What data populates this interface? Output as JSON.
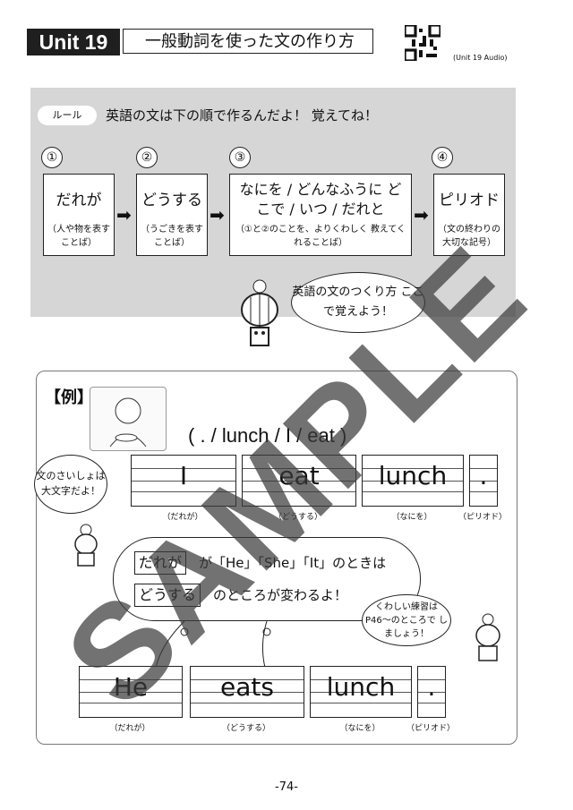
{
  "header": {
    "unit": "Unit 19",
    "title": "一般動詞を使った文の作り方",
    "audio": "(Unit 19 Audio)"
  },
  "rule": {
    "tag": "ルール",
    "text": "英語の文は下の順で作るんだよ！ 覚えてね！",
    "steps": [
      {
        "num": "①",
        "main": "だれが",
        "sub": "（人や物を表す ことば）"
      },
      {
        "num": "②",
        "main": "どうする",
        "sub": "（うごきを表す ことば）"
      },
      {
        "num": "③",
        "main": "なにを / どんなふうに どこで / いつ / だれと",
        "sub": "（①と②のことを、よりくわしく 教えてくれることば）"
      },
      {
        "num": "④",
        "main": "ピリオド",
        "sub": "（文の終わりの 大切な記号）"
      }
    ],
    "bubble": "英語の文のつくり方 ここで覚えよう！"
  },
  "example": {
    "label": "【例】",
    "scramble": "( . / lunch / I /  eat )",
    "note": "文のさいしょは 大文字だよ！",
    "row1": [
      {
        "word": "I",
        "cap": "（だれが）"
      },
      {
        "word": "eat",
        "cap": "（どうする）"
      },
      {
        "word": "lunch",
        "cap": "（なにを）"
      },
      {
        "word": ".",
        "cap": "（ピリオド）"
      }
    ],
    "explain": {
      "tag1": "だれが",
      "t1": "が「He」「She」「It」のときは",
      "tag2": "どうする",
      "t2": "のところが変わるよ！"
    },
    "hint": "くわしい練習は P46〜のところで しましょう！",
    "row2": [
      {
        "word": "He",
        "cap": "（だれが）"
      },
      {
        "word": "eats",
        "cap": "（どうする）"
      },
      {
        "word": "lunch",
        "cap": "（なにを）"
      },
      {
        "word": ".",
        "cap": "（ピリオド）"
      }
    ]
  },
  "page_number": "-74-",
  "watermark": "SAMPLE"
}
